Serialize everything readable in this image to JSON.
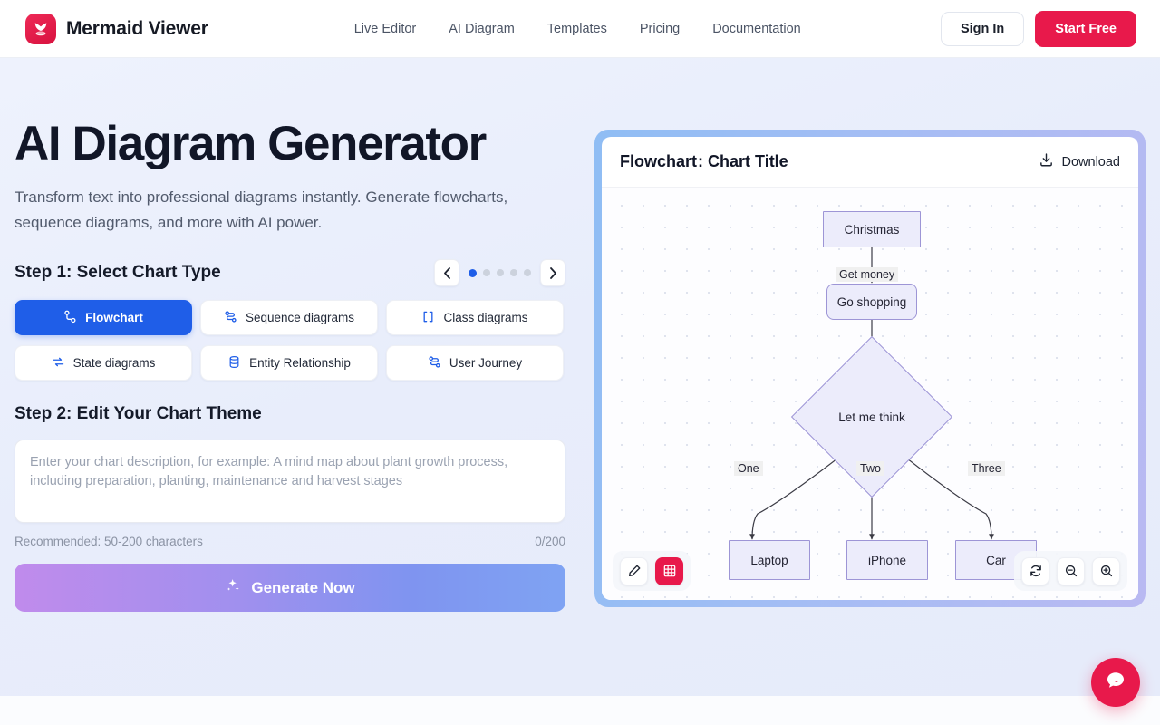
{
  "header": {
    "brand": "Mermaid Viewer",
    "logo_icon": "mermaid-logo-icon",
    "nav": [
      {
        "label": "Live Editor"
      },
      {
        "label": "AI Diagram"
      },
      {
        "label": "Templates"
      },
      {
        "label": "Pricing"
      },
      {
        "label": "Documentation"
      }
    ],
    "sign_in": "Sign In",
    "start_free": "Start Free",
    "accent_color": "#e8194b"
  },
  "hero": {
    "title": "AI Diagram Generator",
    "subtitle": "Transform text into professional diagrams instantly. Generate flowcharts, sequence diagrams, and more with AI power."
  },
  "step1": {
    "title": "Step 1: Select Chart Type",
    "carousel": {
      "prev": "‹",
      "next": "›",
      "total_dots": 5,
      "active_dot": 0
    },
    "types": [
      {
        "label": "Flowchart",
        "icon": "flowchart-icon",
        "active": true
      },
      {
        "label": "Sequence diagrams",
        "icon": "sequence-icon",
        "active": false
      },
      {
        "label": "Class diagrams",
        "icon": "brackets-icon",
        "active": false
      },
      {
        "label": "State diagrams",
        "icon": "state-loop-icon",
        "active": false
      },
      {
        "label": "Entity Relationship",
        "icon": "database-icon",
        "active": false
      },
      {
        "label": "User Journey",
        "icon": "journey-icon",
        "active": false
      }
    ],
    "active_color": "#1f5ee8"
  },
  "step2": {
    "title": "Step 2: Edit Your Chart Theme",
    "textarea_value": "",
    "textarea_placeholder": "Enter your chart description, for example: A mind map about plant growth process, including preparation, planting, maintenance and harvest stages",
    "hint": "Recommended: 50-200 characters",
    "counter": "0/200",
    "generate_label": "Generate Now",
    "generate_icon": "sparkle-icon"
  },
  "preview": {
    "type_label": "Flowchart",
    "separator": ":",
    "chart_title": "Chart Title",
    "download_label": "Download",
    "download_icon": "download-icon",
    "toolbar_left": [
      {
        "icon": "pencil-edit-icon",
        "active": false
      },
      {
        "icon": "grid-icon",
        "active": true
      }
    ],
    "toolbar_right": [
      {
        "icon": "reset-refresh-icon",
        "active": false
      },
      {
        "icon": "zoom-out-icon",
        "active": false
      },
      {
        "icon": "zoom-in-icon",
        "active": false
      }
    ]
  },
  "chart_data": {
    "type": "flowchart",
    "title": "Chart Title",
    "node_fill": "#ececfb",
    "node_stroke": "#9d95d6",
    "nodes": [
      {
        "id": "A",
        "label": "Christmas",
        "shape": "rect"
      },
      {
        "id": "B",
        "label": "Go shopping",
        "shape": "rounded"
      },
      {
        "id": "C",
        "label": "Let me think",
        "shape": "diamond"
      },
      {
        "id": "D",
        "label": "Laptop",
        "shape": "rect"
      },
      {
        "id": "E",
        "label": "iPhone",
        "shape": "rect"
      },
      {
        "id": "F",
        "label": "Car",
        "shape": "rect"
      }
    ],
    "edges": [
      {
        "from": "A",
        "to": "B",
        "label": "Get money"
      },
      {
        "from": "B",
        "to": "C",
        "label": ""
      },
      {
        "from": "C",
        "to": "D",
        "label": "One"
      },
      {
        "from": "C",
        "to": "E",
        "label": "Two"
      },
      {
        "from": "C",
        "to": "F",
        "label": "Three"
      }
    ]
  },
  "chat": {
    "icon": "chat-bubble-icon"
  }
}
